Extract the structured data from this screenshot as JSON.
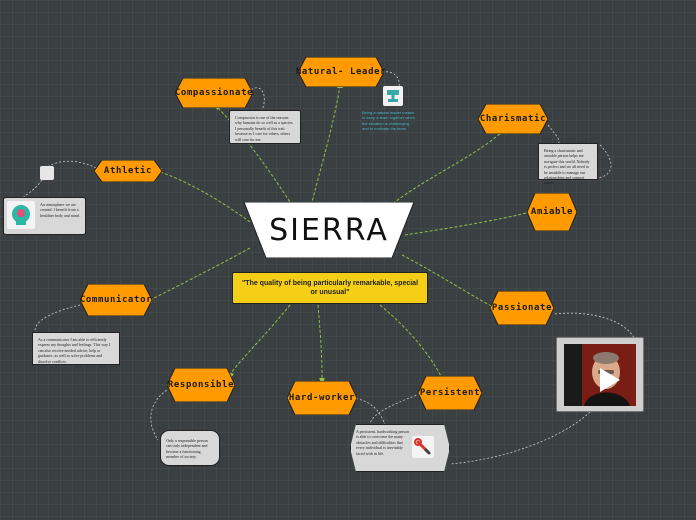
{
  "central": {
    "title": "SIERRA"
  },
  "definition": {
    "text": "\"The quality of being particularly remarkable, special or unusual\""
  },
  "branches": {
    "natural_leader": "Natural- Leader",
    "compassionate": "Compassionate",
    "charismatic": "Charismatic",
    "athletic": "Athletic",
    "amiable": "Amiable",
    "communicator": "Communicator",
    "passionate": "Passionate",
    "responsible": "Responsible",
    "hard_worker": "Hard-worker",
    "persistent": "Persistent"
  },
  "notes": {
    "compassionate": "Compassion is one of the reasons why humans do so well as a species. I personally benefit of this trait because as I care for others, others will care for me.",
    "natural_leader": "Being a natural leader means to keep a team together when the situation is challenging and to motivate the team.",
    "charismatic": "Being a charismatic and amiable person helps me navigate this world. Nobody is perfect and we all need to be amiable to manage our relationships and support others.",
    "athletic": "An atmosphere we are created. I benefit from a healthier body and mind.",
    "communicator": "As a communicator I am able to efficiently express my thoughts and feelings. This way I can also receive needed advice, help or guidance, as well as solve problems and dissolve conflicts.",
    "responsible": "Only a responsible person can truly independent and become a functioning member of society.",
    "persistent": "A persistent, hardworking person is able to overcome the many obstacles and difficulties that every individual is inevitably faced with in life."
  },
  "colors": {
    "background": "#3a3f41",
    "hexagon_fill": "#ff9a00",
    "definition_fill": "#f5cf16",
    "connector": "#8fc34a",
    "note_fill": "#d8d8d8",
    "natural_leader_note_text": "#45b8c8"
  },
  "icons": {
    "natural_leader": "trophy-icon",
    "athletic": "head-gear-icon",
    "athletic_link": "square-icon",
    "persistent": "wrench-icon",
    "passionate": "video-thumbnail",
    "play": "play-icon"
  }
}
